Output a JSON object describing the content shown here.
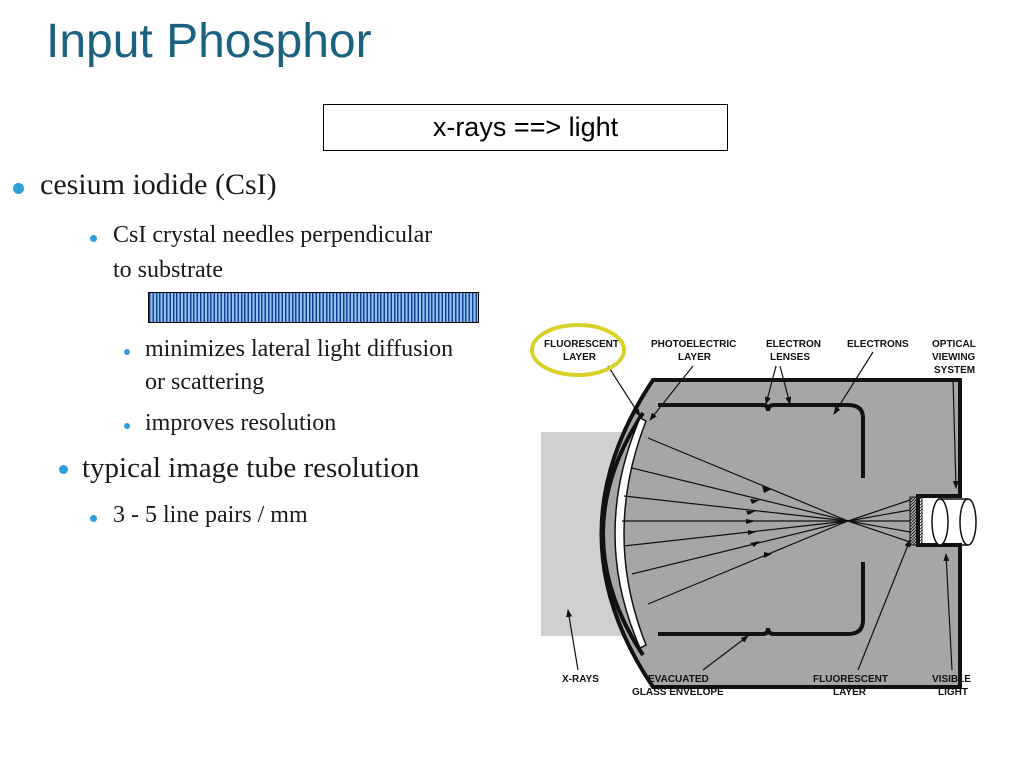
{
  "slide": {
    "title": "Input Phosphor",
    "callout": "x-rays ==> light"
  },
  "bullets": {
    "b1": "cesium iodide (CsI)",
    "b1_1_line1": "CsI crystal needles perpendicular",
    "b1_1_line2": "to substrate",
    "b1_1_1_line1": "minimizes lateral light diffusion",
    "b1_1_1_line2": "or scattering",
    "b1_1_2": "improves resolution",
    "b2": "typical image tube resolution",
    "b2_1": "3 - 5 line pairs / mm"
  },
  "diagram": {
    "labels": {
      "fluorescent_layer_top_1": "FLUORESCENT",
      "fluorescent_layer_top_2": "LAYER",
      "photoelectric_1": "PHOTOELECTRIC",
      "photoelectric_2": "LAYER",
      "electron_lenses_1": "ELECTRON",
      "electron_lenses_2": "LENSES",
      "electrons": "ELECTRONS",
      "optical_1": "OPTICAL",
      "optical_2": "VIEWING",
      "optical_3": "SYSTEM",
      "xrays": "X-RAYS",
      "evacuated_1": "EVACUATED",
      "evacuated_2": "GLASS ENVELOPE",
      "fluorescent_layer_bottom_1": "FLUORESCENT",
      "fluorescent_layer_bottom_2": "LAYER",
      "visible_1": "VISIBLE",
      "visible_2": "LIGHT"
    }
  },
  "colors": {
    "title": "#1b6281",
    "bullet": "#2aa0d6",
    "highlight_ring": "#d8d12a",
    "tube_fill": "#a6a6a6"
  },
  "icons": {
    "bullet": "filled-circle"
  }
}
